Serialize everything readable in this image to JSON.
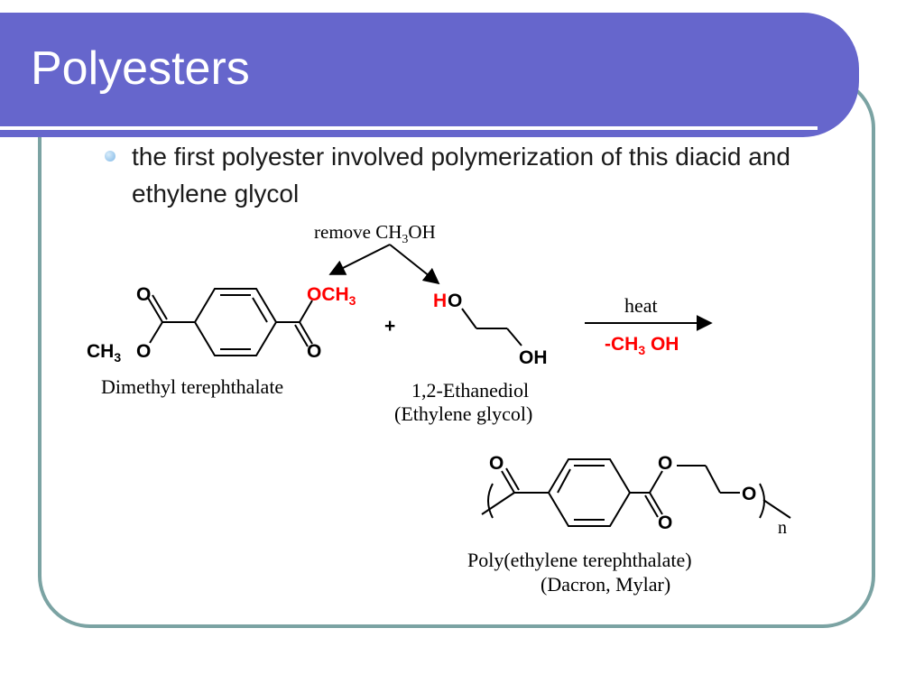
{
  "slide": {
    "title": "Polyesters",
    "bullet": "the first polyester involved polymerization of this diacid and ethylene glycol"
  },
  "reaction": {
    "remove_label_main": "remove CH",
    "remove_label_sub": "3",
    "remove_label_tail": "OH",
    "dmt": {
      "o_top": "O",
      "och3_main": "OCH",
      "och3_sub": "3",
      "ch3_main": "CH",
      "ch3_sub": "3",
      "o_ether": "O",
      "o_bottom": "O",
      "name": "Dimethyl terephthalate"
    },
    "plus": "+",
    "glycol": {
      "h": "H",
      "o": "O",
      "oh": "OH",
      "name_line1": "1,2-Ethanediol",
      "name_line2": "(Ethylene glycol)"
    },
    "arrow": {
      "above": "heat",
      "below_main": "-CH",
      "below_sub": "3",
      "below_tail": " OH"
    },
    "product": {
      "o_top_left": "O",
      "o_ester": "O",
      "o_bottom": "O",
      "o_end": "O",
      "repeat": "n",
      "name_line1": "Poly(ethylene terephthalate)",
      "name_line2": "(Dacron, Mylar)"
    }
  },
  "colors": {
    "title_bar": "#6666cc",
    "frame": "#7ba3a3",
    "highlight_red": "#ff0000"
  }
}
